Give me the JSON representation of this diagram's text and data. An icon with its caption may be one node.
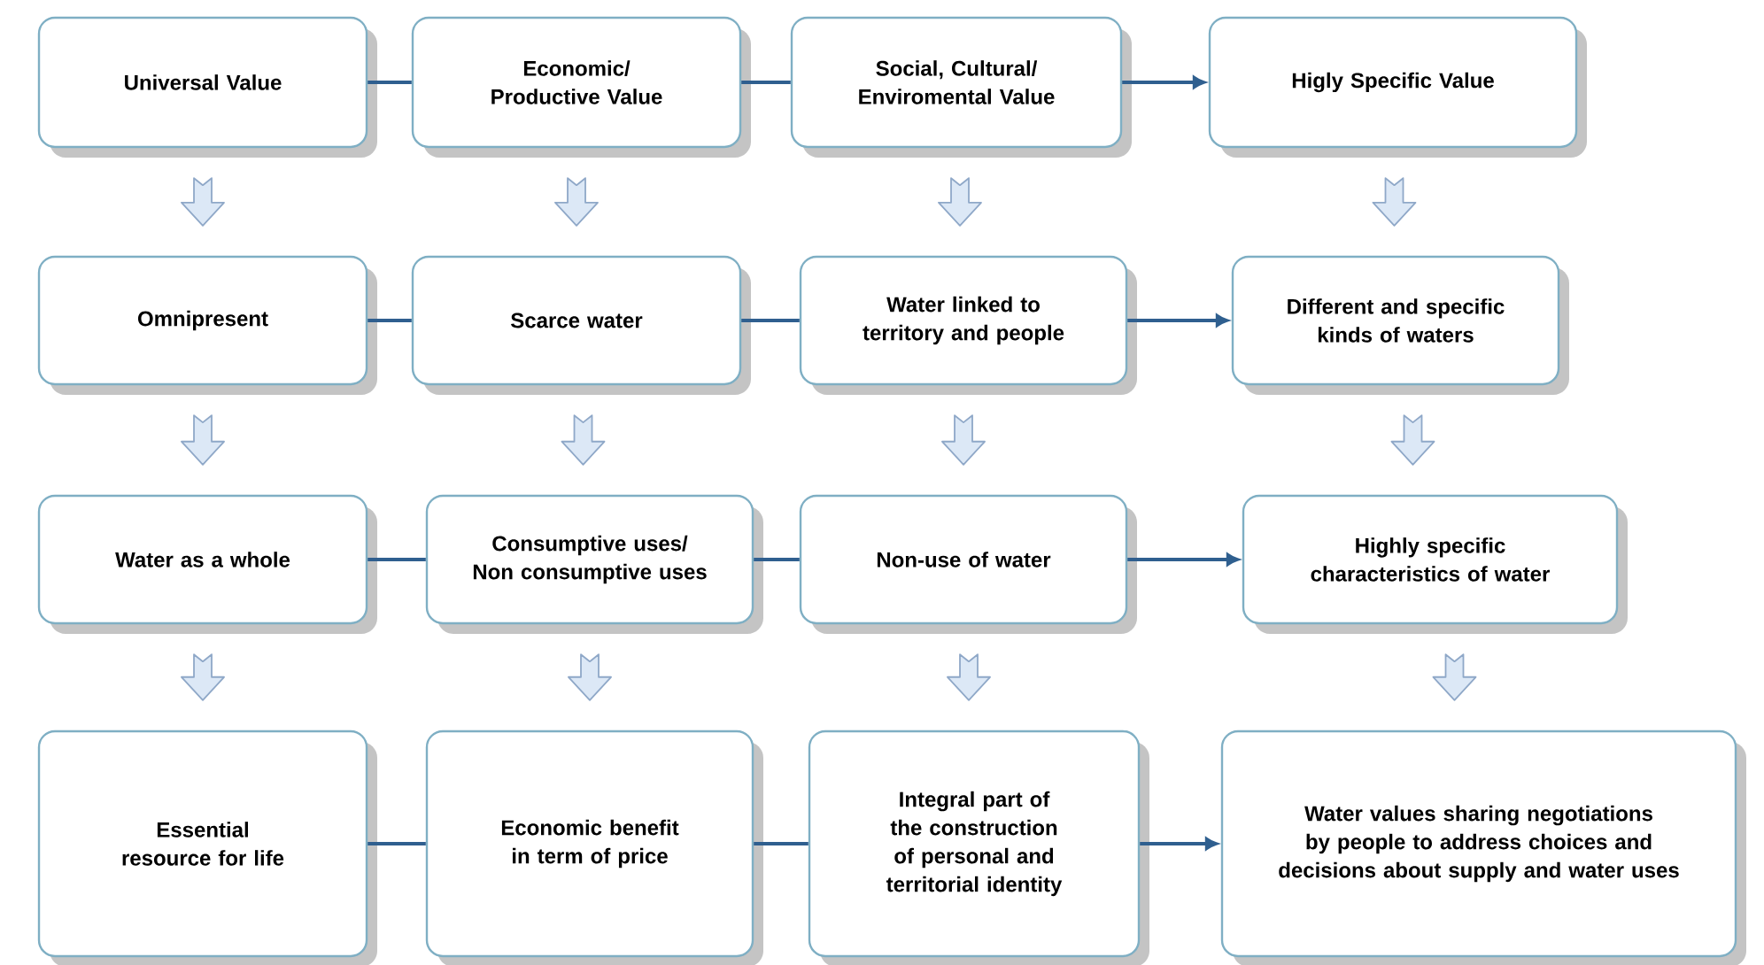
{
  "diagram": {
    "nodes": [
      {
        "text": [
          "Universal Value"
        ]
      },
      {
        "text": [
          "Economic/ Productive Value"
        ]
      },
      {
        "text": [
          "Social, Cultural/ Enviromental Value"
        ]
      },
      {
        "text": [
          "Higly Specific Value"
        ]
      },
      {
        "text": [
          "Omnipresent"
        ]
      },
      {
        "text": [
          "Scarce water"
        ]
      },
      {
        "text": [
          "Water linked to territory and people"
        ]
      },
      {
        "text": [
          "Different and specific kinds of waters"
        ]
      },
      {
        "text": [
          "Water as a whole"
        ]
      },
      {
        "text": [
          "Consumptive uses/ Non consumptive uses"
        ]
      },
      {
        "text": [
          "Non-use of water"
        ]
      },
      {
        "text": [
          "Highly specific characteristics of water"
        ]
      },
      {
        "text": [
          "Essential resource for life"
        ]
      },
      {
        "text": [
          "Economic benefit in term of price"
        ]
      },
      {
        "text": [
          "Integral part of the construction of personal and territorial identity"
        ]
      },
      {
        "text": [
          "Water values sharing negotiations by people to address choices and decisions about supply and water uses"
        ]
      }
    ],
    "edges": [
      {
        "from": 0,
        "to": 1,
        "arrow": "none"
      },
      {
        "from": 1,
        "to": 2,
        "arrow": "none"
      },
      {
        "from": 2,
        "to": 3,
        "arrow": "to"
      },
      {
        "from": 4,
        "to": 5,
        "arrow": "none"
      },
      {
        "from": 5,
        "to": 6,
        "arrow": "none"
      },
      {
        "from": 6,
        "to": 7,
        "arrow": "to"
      },
      {
        "from": 8,
        "to": 9,
        "arrow": "none"
      },
      {
        "from": 9,
        "to": 10,
        "arrow": "none"
      },
      {
        "from": 10,
        "to": 11,
        "arrow": "to"
      },
      {
        "from": 12,
        "to": 13,
        "arrow": "none"
      },
      {
        "from": 13,
        "to": 14,
        "arrow": "none"
      },
      {
        "from": 14,
        "to": 15,
        "arrow": "to"
      },
      {
        "from": 0,
        "to": 4,
        "arrow": "to"
      },
      {
        "from": 1,
        "to": 5,
        "arrow": "to"
      },
      {
        "from": 2,
        "to": 6,
        "arrow": "to"
      },
      {
        "from": 3,
        "to": 7,
        "arrow": "to"
      },
      {
        "from": 4,
        "to": 8,
        "arrow": "to"
      },
      {
        "from": 5,
        "to": 9,
        "arrow": "to"
      },
      {
        "from": 6,
        "to": 10,
        "arrow": "to"
      },
      {
        "from": 7,
        "to": 11,
        "arrow": "to"
      },
      {
        "from": 8,
        "to": 12,
        "arrow": "to"
      },
      {
        "from": 9,
        "to": 13,
        "arrow": "to"
      },
      {
        "from": 10,
        "to": 14,
        "arrow": "to"
      },
      {
        "from": 11,
        "to": 15,
        "arrow": "to"
      }
    ]
  }
}
